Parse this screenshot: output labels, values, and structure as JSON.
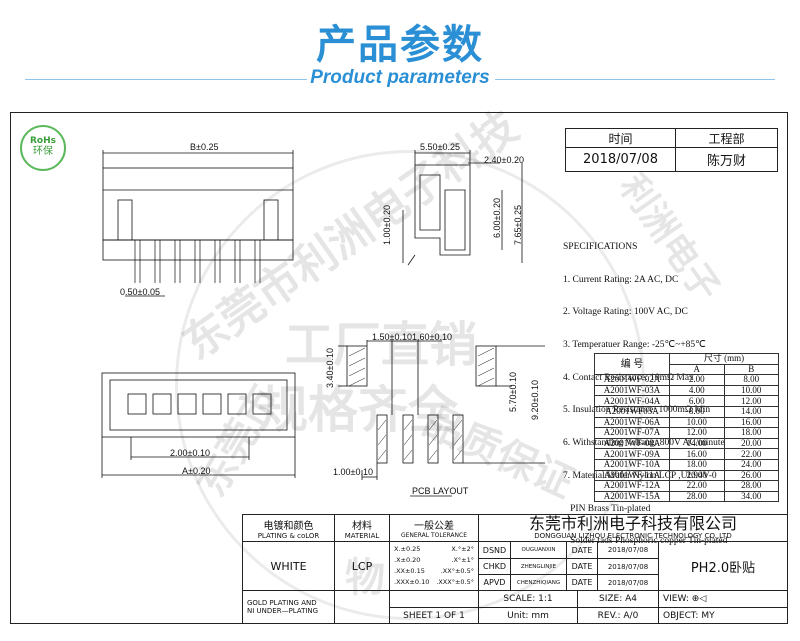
{
  "header": {
    "title_cn": "产品参数",
    "title_en": "Product parameters"
  },
  "logo": {
    "line1": "RoHs",
    "line2": "环保"
  },
  "watermark": [
    "东莞市利洲电子科技",
    "工厂直销",
    "规格齐全",
    "品质保证",
    "利洲电子",
    "东莞市",
    "物"
  ],
  "approval": {
    "col1": "时间",
    "col2": "工程部",
    "date": "2018/07/08",
    "name": "陈万财"
  },
  "dims": {
    "b": "B±0.25",
    "p050": "0.50±0.05",
    "w550": "5.50±0.25",
    "w240": "2.40±0.20",
    "h100": "1.00±0.20",
    "h600": "6.00±0.20",
    "h765": "7.65±0.25",
    "p150": "1.50±0.10",
    "p160": "1.60±0.10",
    "h340": "3.40±0.10",
    "h570": "5.70±0.10",
    "h920": "9.20±0.10",
    "p200": "2.00±0.10",
    "a": "A±0.20",
    "p100": "1.00±0.10",
    "pcb": "PCB LAYOUT"
  },
  "specifications": {
    "title": "SPECIFICATIONS",
    "lines": [
      "1. Current Rating: 2A AC, DC",
      "2. Voltage Rating: 100V AC, DC",
      "3. Temperatuer Range: -25℃~+85℃",
      "4. Contact Resistance: 10mΩ Max",
      "5. Insulation Resistance: 1000mΩ Min",
      "6. Withstanding Voltang: 800V AC/minute",
      "7. Material:Wafer Nylon LCP ,UL94V-0",
      "   PIN Brass Tin-plated",
      "   Solder tads Phosphoric copper Tin-plated"
    ]
  },
  "size_table": {
    "h_part": "编  号",
    "h_size": "尺寸 (mm)",
    "h_a": "A",
    "h_b": "B",
    "rows": [
      [
        "A2001WF-02A",
        "2.00",
        "8.00"
      ],
      [
        "A2001WF-03A",
        "4.00",
        "10.00"
      ],
      [
        "A2001WF-04A",
        "6.00",
        "12.00"
      ],
      [
        "A2001WF05A",
        "8.00",
        "14.00"
      ],
      [
        "A2001WF-06A",
        "10.00",
        "16.00"
      ],
      [
        "A2001WF-07A",
        "12.00",
        "18.00"
      ],
      [
        "A2001WF-08A",
        "14.00",
        "20.00"
      ],
      [
        "A2001WF-09A",
        "16.00",
        "22.00"
      ],
      [
        "A2001WF-10A",
        "18.00",
        "24.00"
      ],
      [
        "A2001WF-11A",
        "20.00",
        "26.00"
      ],
      [
        "A2001WF-12A",
        "22.00",
        "28.00"
      ],
      [
        "A2001WF-15A",
        "28.00",
        "34.00"
      ]
    ]
  },
  "title_block": {
    "plating_cn": "电镀和颜色",
    "plating_en": "PLATING & coLOR",
    "material_cn": "材料",
    "material_en": "MATERIAL",
    "tol_cn": "一般公差",
    "tol_en": "GENERAL TOLERANCE",
    "tol": [
      "X.±0.25",
      "X.°±2°",
      ".X±0.20",
      ".X°±1°",
      ".XX±0.15",
      ".XX°±0.5°",
      ".XXX±0.10",
      ".XXX°±0.5°"
    ],
    "company_cn": "东莞市利洲电子科技有限公司",
    "company_en": "DONGGUAN LIZHOU ELECTRONIC TECHNOLOGY CO.,LTD",
    "color": "WHITE",
    "material": "LCP",
    "plating_note1": "GOLD PLATING AND",
    "plating_note2": "NI UNDER—PLATING",
    "sheet": "SHEET 1 OF 1",
    "dsnd": "DSND",
    "dsnd_name": "OUGUANXIN",
    "chkd": "CHKD",
    "chkd_name": "ZHENGLINJIE",
    "apvd": "APVD",
    "apvd_name": "CHENZHIQIANG",
    "date_label": "DATE",
    "date": "2018/07/08",
    "part": "PH2.0卧贴",
    "scale_label": "SCALE:",
    "scale": "1:1",
    "size_label": "SIZE:",
    "size": "A4",
    "view_label": "VIEW:",
    "unit_label": "Unit:",
    "unit": "mm",
    "rev_label": "REV.:",
    "rev": "A/0",
    "object_label": "OBJECT:",
    "object": "MY"
  }
}
